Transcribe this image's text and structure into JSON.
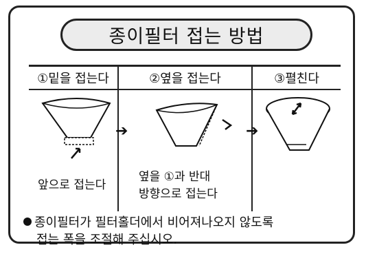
{
  "title": "종이필터 접는 방법",
  "steps": [
    {
      "label": "①밑을 접는다",
      "caption": "앞으로 접는다"
    },
    {
      "label": "②옆을 접는다",
      "caption_line1": "옆을 ①과 반대",
      "caption_line2": "방향으로 접는다"
    },
    {
      "label": "③펼친다"
    }
  ],
  "note": {
    "line1": "종이필터가 필터홀더에서 비어져나오지 않도록",
    "line2": "접는 폭을 조절해 주십시오."
  }
}
